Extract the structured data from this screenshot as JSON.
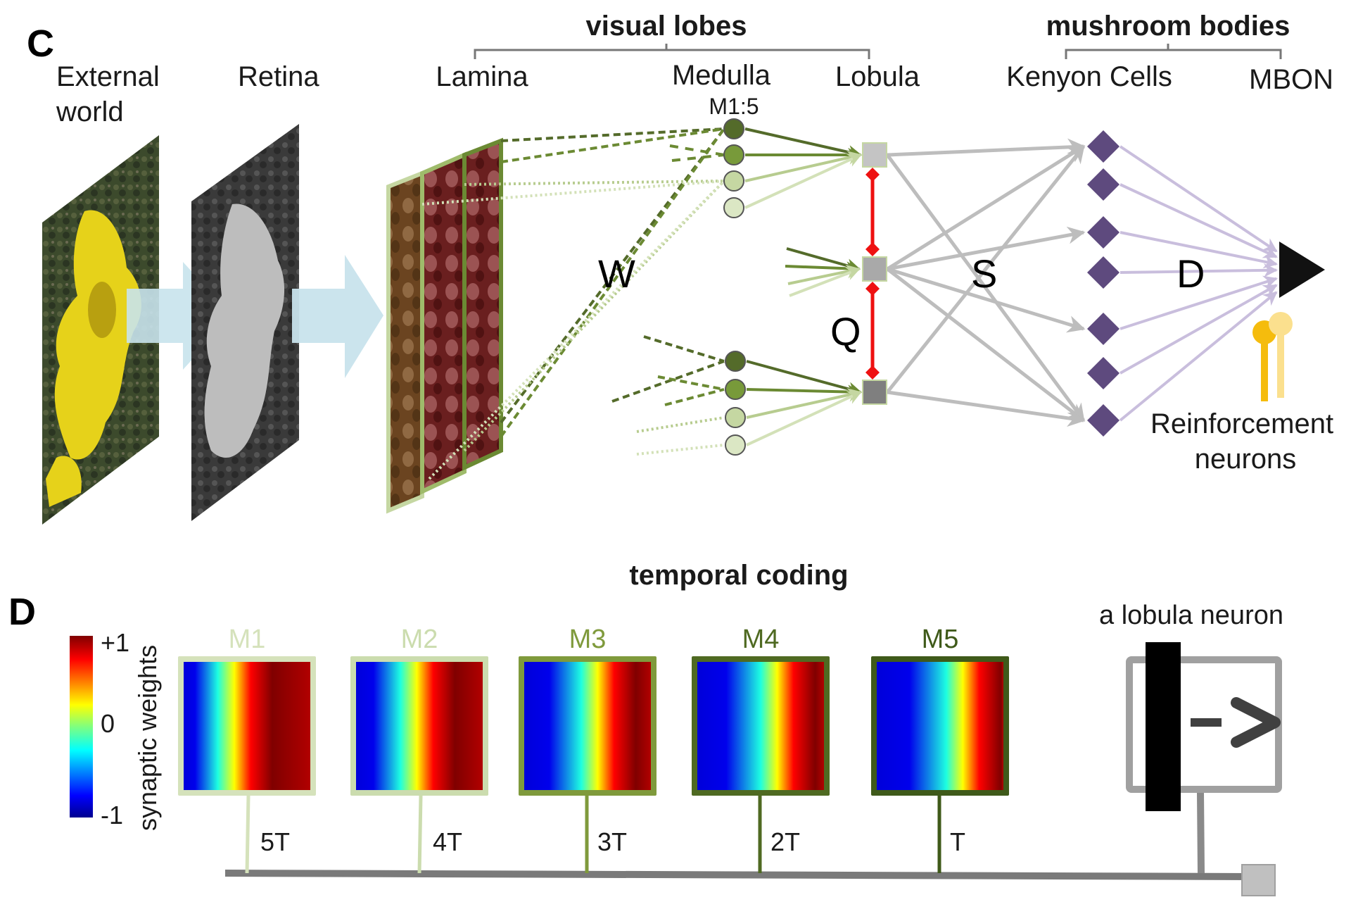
{
  "panel_c": {
    "label": "C",
    "external_world": [
      "External",
      "world"
    ],
    "retina": "Retina",
    "visual_lobes": "visual lobes",
    "lamina": "Lamina",
    "medulla": "Medulla",
    "medulla_units": "M1:5",
    "lobula": "Lobula",
    "mushroom_bodies": "mushroom bodies",
    "kenyon_cells": "Kenyon Cells",
    "mbon": "MBON",
    "weight_w": "W",
    "weight_q": "Q",
    "weight_s": "S",
    "weight_d": "D",
    "reinforcement": [
      "Reinforcement",
      "neurons"
    ],
    "colors": {
      "medulla_fills": [
        "#546b2a",
        "#789a3a",
        "#c5d7a2",
        "#dbe7c4"
      ],
      "lobula_fills": [
        "#c4c4c4",
        "#a9a9a9",
        "#7f7f7f"
      ],
      "kenyon": "#5e4a7e",
      "kc_to_mbon": "#c9bedd",
      "lobula_to_kc": "#bdbdbd",
      "inhibition": "#ee1111",
      "arrow": "#c8e3ec",
      "reinforcement": [
        "#f5bc0d",
        "#fbe08e"
      ]
    },
    "kenyon_count": 7,
    "medulla_per_group": 4,
    "lobula_count": 3
  },
  "panel_d": {
    "label": "D",
    "title": "temporal coding",
    "colorbar": {
      "max": "+1",
      "mid": "0",
      "min": "-1",
      "axis_label": "synaptic weights"
    },
    "maps": [
      {
        "name": "M1",
        "delay": "5T",
        "color": "#d5e2bb",
        "peak_pos": 0.7
      },
      {
        "name": "M2",
        "delay": "4T",
        "color": "#cbdcae",
        "peak_pos": 0.78
      },
      {
        "name": "M3",
        "delay": "3T",
        "color": "#7f9a3c",
        "peak_pos": 0.88
      },
      {
        "name": "M4",
        "delay": "2T",
        "color": "#4f6a22",
        "peak_pos": 0.93
      },
      {
        "name": "M5",
        "delay": "T",
        "color": "#3f5a1a",
        "peak_pos": 0.98
      }
    ],
    "lobula_neuron_label": "a lobula neuron"
  }
}
